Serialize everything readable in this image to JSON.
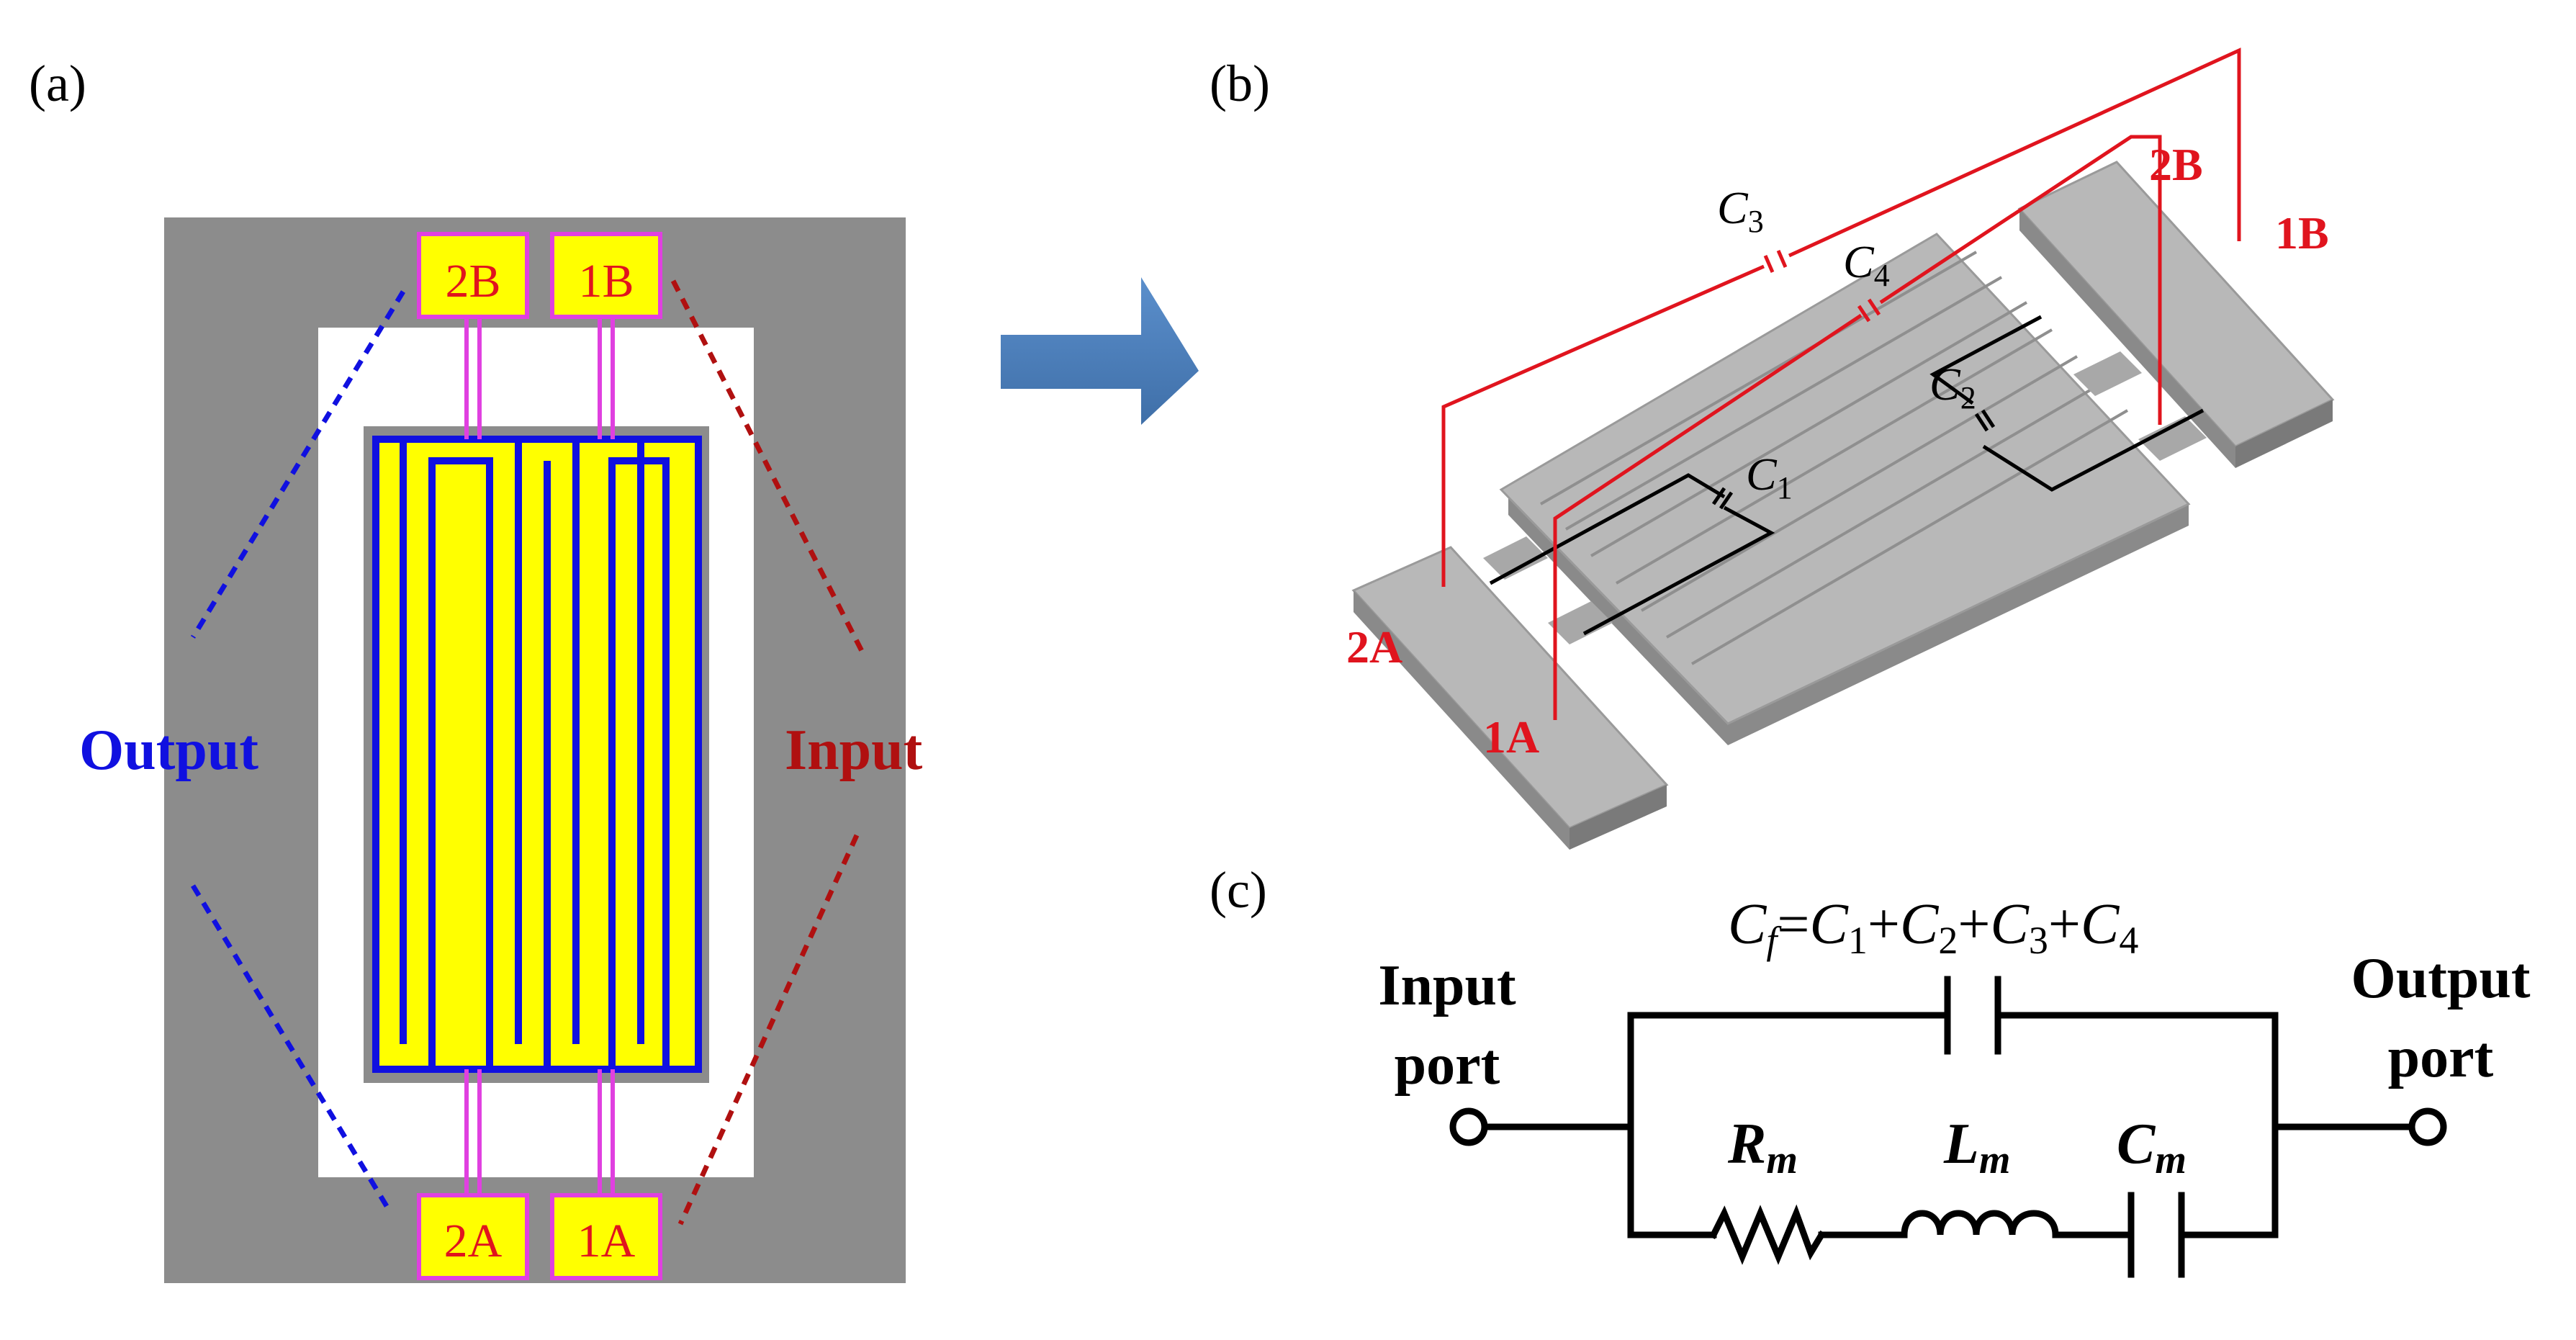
{
  "panels": {
    "a": {
      "label": "(a)",
      "pads": {
        "top_left": "2B",
        "top_right": "1B",
        "bottom_left": "2A",
        "bottom_right": "1A"
      },
      "output_label": "Output",
      "input_label": "Input"
    },
    "b": {
      "label": "(b)",
      "ports": {
        "p2A": "2A",
        "p1A": "1A",
        "p2B": "2B",
        "p1B": "1B"
      },
      "capacitors": {
        "c1": {
          "base": "C",
          "sub": "1"
        },
        "c2": {
          "base": "C",
          "sub": "2"
        },
        "c3": {
          "base": "C",
          "sub": "3"
        },
        "c4": {
          "base": "C",
          "sub": "4"
        }
      }
    },
    "c": {
      "label": "(c)",
      "input_port": [
        "Input",
        "port"
      ],
      "output_port": [
        "Output",
        "port"
      ],
      "cf": {
        "base": "C",
        "sub": "f",
        "eq": "=",
        "terms": [
          {
            "base": "C",
            "sub": "1",
            "op": "+"
          },
          {
            "base": "C",
            "sub": "2",
            "op": "+"
          },
          {
            "base": "C",
            "sub": "3",
            "op": "+"
          },
          {
            "base": "C",
            "sub": "4",
            "op": ""
          }
        ]
      },
      "rm": {
        "base": "R",
        "sub": "m"
      },
      "lm": {
        "base": "L",
        "sub": "m"
      },
      "cm": {
        "base": "C",
        "sub": "m"
      }
    }
  },
  "colors": {
    "gray_frame": "#8c8c8c",
    "yellow": "#ffff00",
    "blue": "#1010e0",
    "magenta": "#e040e0",
    "red_label": "#e0141e",
    "dark_red": "#b01010",
    "arrow": "#4f81bd",
    "device_gray": "#b8b8b8"
  }
}
